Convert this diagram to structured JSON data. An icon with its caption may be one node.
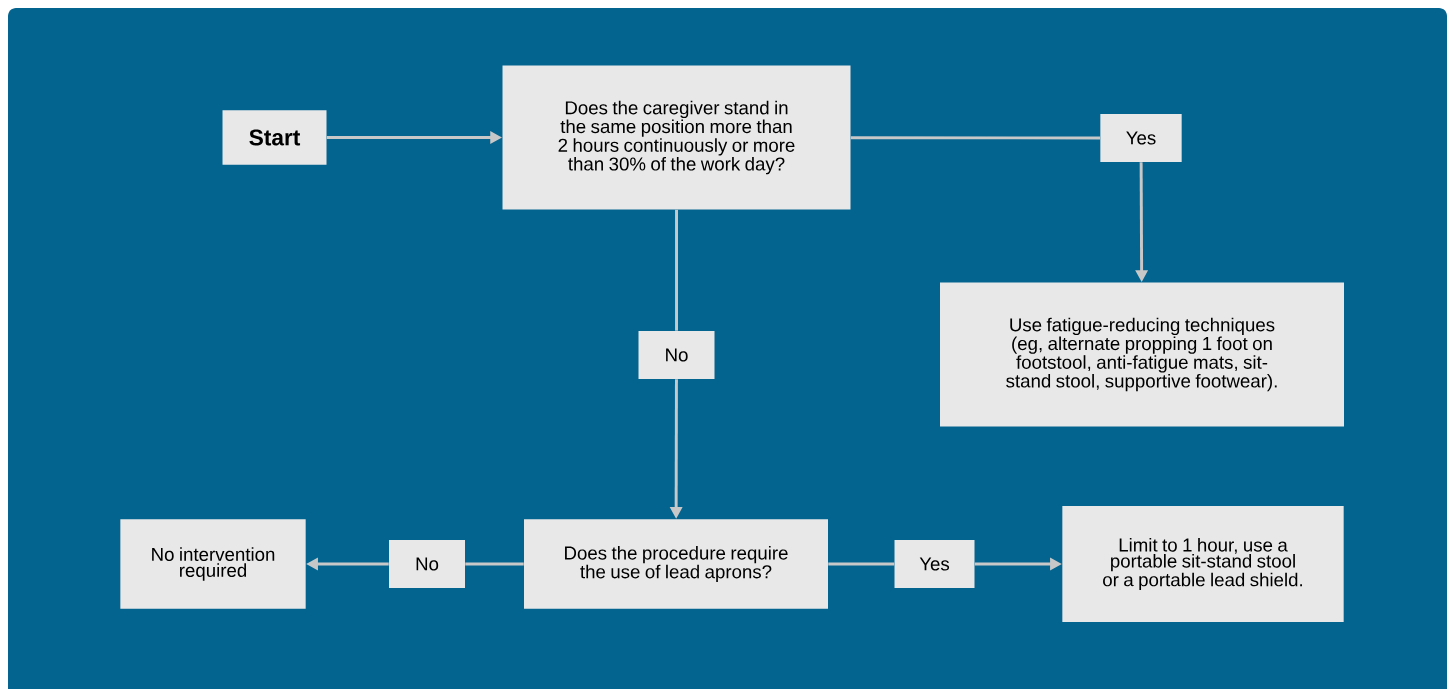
{
  "diagram": {
    "nodes": [
      {
        "text": [
          "Start"
        ]
      },
      {
        "text": [
          "Does the caregiver stand in the same position more than 2 hours continuously or more than 30% of the work day?"
        ]
      },
      {
        "text": [
          "Yes"
        ]
      },
      {
        "text": [
          "Use fatigue-reducing techniques (eg, alternate propping 1 foot on footstool, anti-fatigue mats, sit-stand stool, supportive footwear)."
        ]
      },
      {
        "text": [
          "No"
        ]
      },
      {
        "text": [
          "Does the procedure require the use of lead aprons?"
        ]
      },
      {
        "text": [
          "No"
        ]
      },
      {
        "text": [
          "No intervention required"
        ]
      },
      {
        "text": [
          "Yes"
        ]
      },
      {
        "text": [
          "Limit to 1 hour, use a portable sit-stand stool or a portable lead shield."
        ]
      }
    ],
    "edges": [
      {
        "from": 0,
        "to": 1,
        "arrow": "to"
      },
      {
        "from": 1,
        "to": 2,
        "arrow": "none"
      },
      {
        "from": 2,
        "to": 3,
        "arrow": "to"
      },
      {
        "from": 1,
        "to": 4,
        "arrow": "none"
      },
      {
        "from": 4,
        "to": 5,
        "arrow": "to"
      },
      {
        "from": 5,
        "to": 6,
        "arrow": "none"
      },
      {
        "from": 6,
        "to": 7,
        "arrow": "to"
      },
      {
        "from": 5,
        "to": 8,
        "arrow": "none"
      },
      {
        "from": 8,
        "to": 9,
        "arrow": "to"
      }
    ]
  }
}
